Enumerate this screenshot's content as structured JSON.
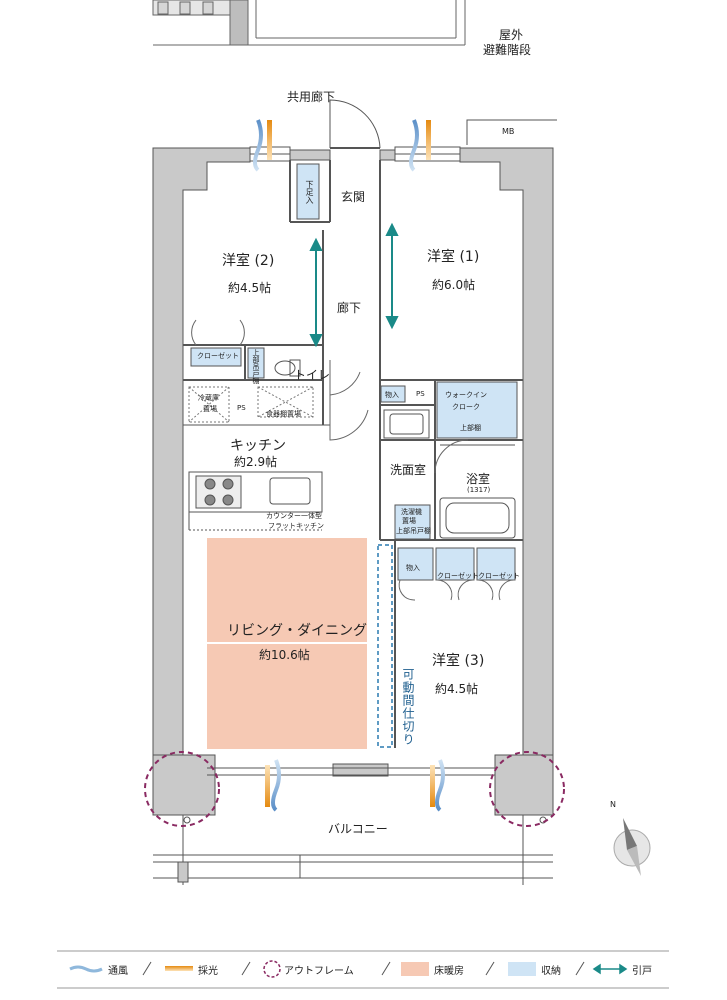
{
  "labels": {
    "outdoor_stairs": [
      "屋外",
      "避難階段"
    ],
    "shared_corridor": "共用廊下",
    "mb": "MB",
    "genkan": "玄関",
    "shoe_storage": "下足入",
    "room2_name": "洋室 (2)",
    "room2_size": "約4.5帖",
    "room1_name": "洋室 (1)",
    "room1_size": "約6.0帖",
    "hallway": "廊下",
    "closet": "クローゼット",
    "toilet": "トイレ",
    "upper_cabinet": "上部吊戸棚",
    "fridge": [
      "冷蔵庫",
      "置場"
    ],
    "ps": "PS",
    "dish_washer": "食器棚置場",
    "storage": "物入",
    "walkin": [
      "ウォークイン",
      "クローク"
    ],
    "upper_shelf": "上部棚",
    "kitchen_name": "キッチン",
    "kitchen_size": "約2.9帖",
    "washroom": "洗面室",
    "bath_name": "浴室",
    "bath_size": "(1317)",
    "counter_kitchen": [
      "カウンター一体型",
      "フラットキッチン"
    ],
    "laundry": [
      "洗濯機",
      "置場"
    ],
    "upper_cabinet2": "上部吊戸棚",
    "storage2": "物入",
    "closet2": "クローゼット",
    "closet3": "クローゼット",
    "living_name": "リビング・ダイニング",
    "living_size": "約10.6帖",
    "room3_name": "洋室 (3)",
    "room3_size": "約4.5帖",
    "movable_partition": "可動間仕切り",
    "balcony": "バルコニー",
    "compass_n": "N"
  },
  "legend": [
    {
      "icon": "ventilation-icon",
      "label": "通風"
    },
    {
      "icon": "daylight-icon",
      "label": "採光"
    },
    {
      "icon": "outframe-icon",
      "label": "アウトフレーム"
    },
    {
      "icon": "floor-heating-icon",
      "label": "床暖房"
    },
    {
      "icon": "storage-icon",
      "label": "収納"
    },
    {
      "icon": "sliding-door-icon",
      "label": "引戸"
    }
  ],
  "colors": {
    "wall": "#c8c8c8",
    "wall_stroke": "#555555",
    "storage": "#cfe4f5",
    "floor_heating": "#f6c9b4",
    "ventilation": "#8fb8dc",
    "daylight": "#f0a030",
    "outframe": "#8a2a62",
    "sliding": "#1a8a88",
    "partition": "#2a7ab0"
  }
}
